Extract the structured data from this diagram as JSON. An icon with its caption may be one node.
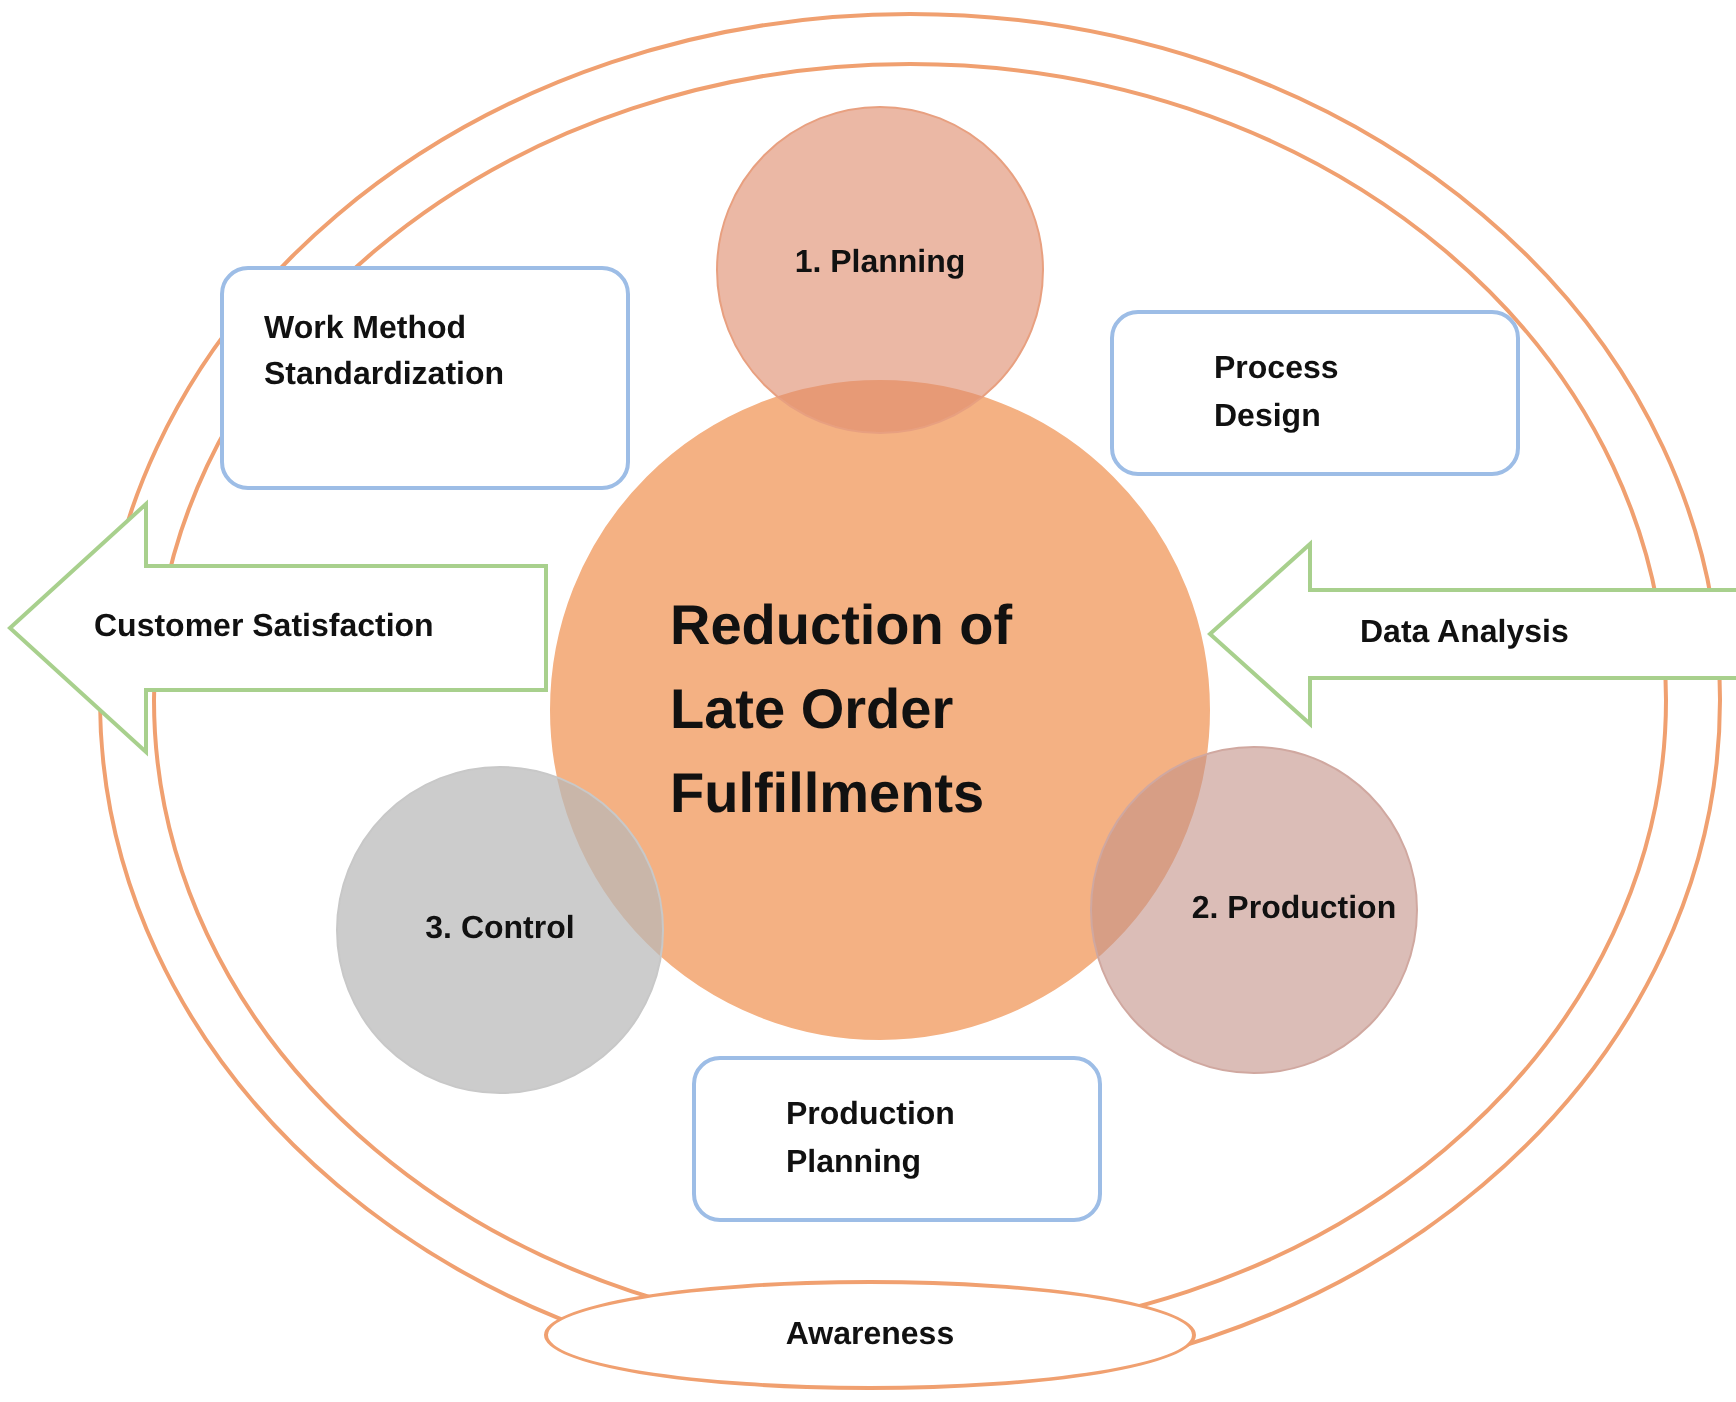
{
  "diagram": {
    "nodes": [
      {
        "text": [
          "1. Planning"
        ]
      },
      {
        "text": [
          "Work Method Standardization"
        ]
      },
      {
        "text": [
          "Process Design"
        ]
      },
      {
        "text": [
          "Reduction of Late Order Fulfillments"
        ]
      },
      {
        "text": [
          "Customer Satisfaction"
        ]
      },
      {
        "text": [
          "Data Analysis"
        ]
      },
      {
        "text": [
          "3. Control"
        ]
      },
      {
        "text": [
          "2. Production"
        ]
      },
      {
        "text": [
          "Production Planning"
        ]
      },
      {
        "text": [
          "Awareness"
        ]
      }
    ]
  }
}
